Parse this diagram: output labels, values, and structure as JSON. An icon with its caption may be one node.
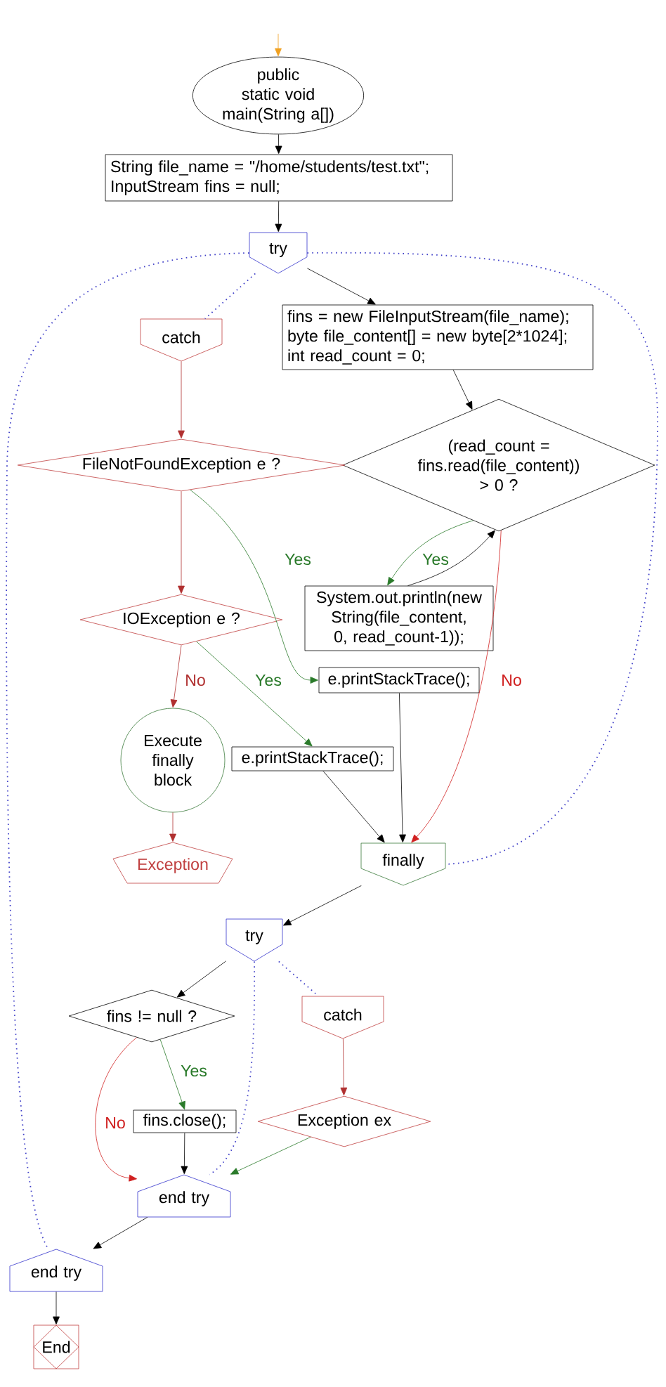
{
  "diagram": {
    "nodes": [
      {
        "text": [
          "public static void main(String a[])"
        ]
      },
      {
        "text": [
          "String file_name = \"/home/students/test.txt\"; InputStream fins = null;"
        ]
      },
      {
        "text": [
          "try"
        ]
      },
      {
        "text": [
          "catch"
        ]
      },
      {
        "text": [
          "fins = new FileInputStream(file_name); byte file_content[] = new byte[2*1024]; int read_count = 0;"
        ]
      },
      {
        "text": [
          "(read_count = fins.read(file_content)) > 0 ?"
        ]
      },
      {
        "text": [
          "FileNotFoundException e ?"
        ]
      },
      {
        "text": [
          "System.out.println(new String(file_content, 0, read_count-1));"
        ]
      },
      {
        "text": [
          "IOException e ?"
        ]
      },
      {
        "text": [
          "e.printStackTrace();"
        ]
      },
      {
        "text": [
          "Execute finally block"
        ]
      },
      {
        "text": [
          "e.printStackTrace();"
        ]
      },
      {
        "text": [
          "finally"
        ]
      },
      {
        "text": [
          "Exception"
        ]
      },
      {
        "text": [
          "try"
        ]
      },
      {
        "text": [
          "catch"
        ]
      },
      {
        "text": [
          "fins != null ?"
        ]
      },
      {
        "text": [
          "fins.close();"
        ]
      },
      {
        "text": [
          "Exception ex"
        ]
      },
      {
        "text": [
          "end try"
        ]
      },
      {
        "text": [
          "end try"
        ]
      },
      {
        "text": [
          "End"
        ]
      }
    ],
    "edges": [
      {
        "from": null,
        "to": 0,
        "arrow": "to",
        "color": "#f0a020"
      },
      {
        "from": 0,
        "to": 1,
        "arrow": "to"
      },
      {
        "from": 1,
        "to": 2,
        "arrow": "to"
      },
      {
        "from": 2,
        "to": 4,
        "arrow": "to"
      },
      {
        "from": 2,
        "to": 3,
        "arrow": "none",
        "style": "dashed",
        "color": "#4040c8"
      },
      {
        "from": 2,
        "to": 12,
        "arrow": "none",
        "style": "dashed",
        "color": "#4040c8"
      },
      {
        "from": 2,
        "to": 20,
        "arrow": "none",
        "style": "dashed",
        "color": "#4040c8"
      },
      {
        "from": 3,
        "to": 6,
        "arrow": "to",
        "color": "#b03030"
      },
      {
        "from": 6,
        "to": 8,
        "arrow": "to",
        "color": "#b03030"
      },
      {
        "from": 6,
        "to": 9,
        "arrow": "to",
        "label": "Yes",
        "color": "#2a7a2a"
      },
      {
        "from": 8,
        "to": 10,
        "arrow": "to",
        "label": "No",
        "color": "#b03030"
      },
      {
        "from": 8,
        "to": 11,
        "arrow": "to",
        "label": "Yes",
        "color": "#2a7a2a"
      },
      {
        "from": 10,
        "to": 13,
        "arrow": "to",
        "color": "#b03030"
      },
      {
        "from": 4,
        "to": 5,
        "arrow": "to"
      },
      {
        "from": 5,
        "to": 7,
        "arrow": "to",
        "label": "Yes",
        "color": "#2a7a2a"
      },
      {
        "from": 7,
        "to": 5,
        "arrow": "to"
      },
      {
        "from": 5,
        "to": 12,
        "arrow": "to",
        "label": "No",
        "color": "#d02020"
      },
      {
        "from": 9,
        "to": 12,
        "arrow": "to"
      },
      {
        "from": 11,
        "to": 12,
        "arrow": "to"
      },
      {
        "from": 12,
        "to": 14,
        "arrow": "to"
      },
      {
        "from": 14,
        "to": 16,
        "arrow": "to"
      },
      {
        "from": 14,
        "to": 15,
        "arrow": "none",
        "style": "dashed",
        "color": "#4040c8"
      },
      {
        "from": 14,
        "to": 19,
        "arrow": "none",
        "style": "dashed",
        "color": "#4040c8"
      },
      {
        "from": 16,
        "to": 17,
        "arrow": "to",
        "label": "Yes",
        "color": "#2a7a2a"
      },
      {
        "from": 16,
        "to": 19,
        "arrow": "to",
        "label": "No",
        "color": "#d02020"
      },
      {
        "from": 17,
        "to": 19,
        "arrow": "to"
      },
      {
        "from": 15,
        "to": 18,
        "arrow": "to",
        "color": "#b03030"
      },
      {
        "from": 18,
        "to": 19,
        "arrow": "to",
        "color": "#2a7a2a"
      },
      {
        "from": 19,
        "to": 20,
        "arrow": "to"
      },
      {
        "from": 20,
        "to": 21,
        "arrow": "to"
      }
    ]
  }
}
